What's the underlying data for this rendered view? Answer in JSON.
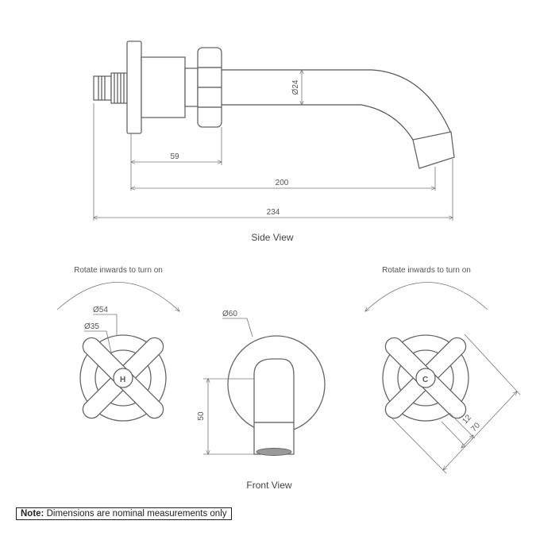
{
  "side_view": {
    "label": "Side View",
    "dim_59": "59",
    "dim_200": "200",
    "dim_234": "234",
    "dim_dia24": "Ø24"
  },
  "front_view": {
    "label": "Front View",
    "dim_dia60": "Ø60",
    "dim_50": "50"
  },
  "hot_tap": {
    "rotate_note": "Rotate inwards to turn on",
    "letter": "H",
    "dim_dia54": "Ø54",
    "dim_dia35": "Ø35"
  },
  "cold_tap": {
    "rotate_note": "Rotate inwards to turn on",
    "letter": "C",
    "dim_12": "12",
    "dim_70": "70"
  },
  "note": {
    "label": "Note:",
    "text": "Dimensions are nominal measurements only"
  }
}
